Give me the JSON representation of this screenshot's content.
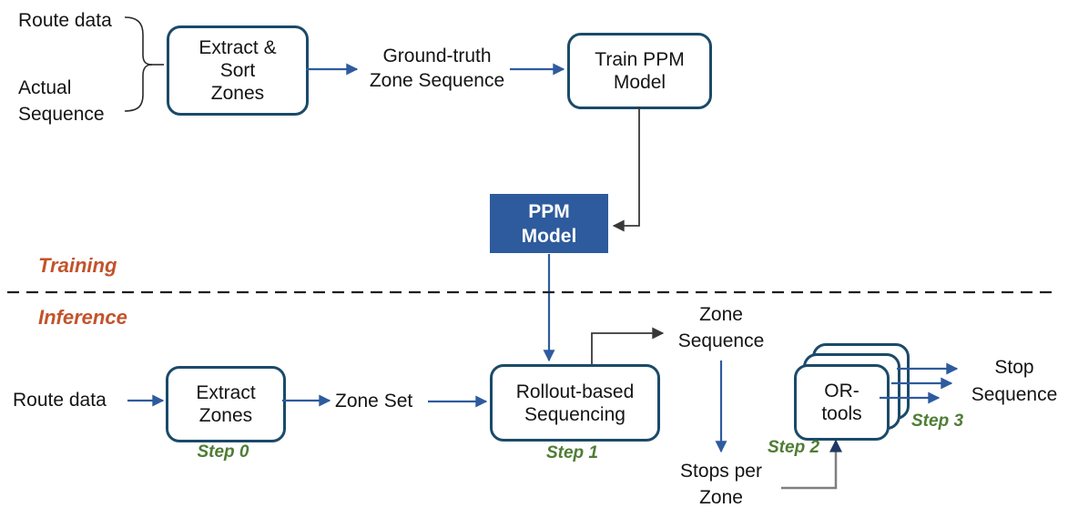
{
  "sections": {
    "training": "Training",
    "inference": "Inference"
  },
  "training_flow": {
    "route_data": "Route data",
    "actual_sequence": "Actual\nSequence",
    "extract_sort_zones": "Extract &\nSort\nZones",
    "ground_truth": "Ground-truth\nZone Sequence",
    "train_ppm": "Train PPM\nModel",
    "ppm_model": "PPM\nModel"
  },
  "inference_flow": {
    "route_data": "Route data",
    "extract_zones": "Extract\nZones",
    "zone_set": "Zone Set",
    "rollout": "Rollout-based\nSequencing",
    "zone_sequence": "Zone\nSequence",
    "stops_per_zone": "Stops per\nZone",
    "or_tools": "OR-\ntools",
    "stop_sequence": "Stop\nSequence",
    "step0": "Step 0",
    "step1": "Step 1",
    "step2": "Step 2",
    "step3": "Step 3"
  },
  "colors": {
    "box_border": "#1b4a68",
    "ppm_fill": "#2e5b9d",
    "arrow_blue": "#2e5b9e",
    "arrow_black": "#383838",
    "arrow_gray": "#7f7f7f",
    "arrowhead_navy": "#1f3864",
    "section_label_orange": "#c3532b",
    "step_label_green": "#4e7d35"
  }
}
